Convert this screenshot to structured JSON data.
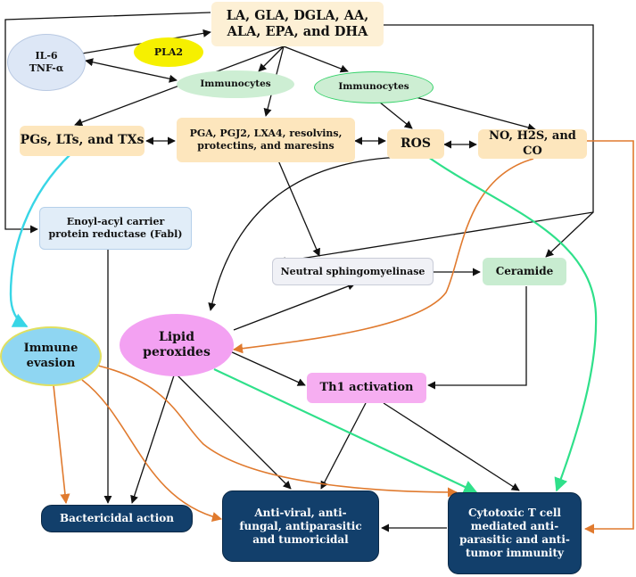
{
  "nodes": {
    "fatty_acids": "LA, GLA, DGLA, AA, ALA, EPA, and DHA",
    "cytokines": "IL-6 TNF-α",
    "pla2": "PLA2",
    "immunocytes_left": "Immunocytes",
    "immunocytes_right": "Immunocytes",
    "pgs": "PGs, LTs, and TXs",
    "pga": "PGA, PGJ2, LXA4, resolvins, protectins, and maresins",
    "ros": "ROS",
    "no": "NO, H2S, and CO",
    "fabl": "Enoyl-acyl carrier protein reductase (Fabl)",
    "neutral": "Neutral sphingomyelinase",
    "ceramide": "Ceramide",
    "immune_evasion": "Immune evasion",
    "lipid_peroxides": "Lipid peroxides",
    "th1": "Th1 activation",
    "bactericidal": "Bactericidal action",
    "antiviral": "Anti-viral, anti-fungal, antiparasitic and tumoricidal",
    "cytotoxic": "Cytotoxic T cell mediated anti-parasitic and anti-tumor immunity"
  },
  "colors": {
    "arrow_black": "#111111",
    "arrow_orange": "#e07a2e",
    "arrow_cyan": "#38d6e6",
    "arrow_green": "#2fe08a"
  }
}
